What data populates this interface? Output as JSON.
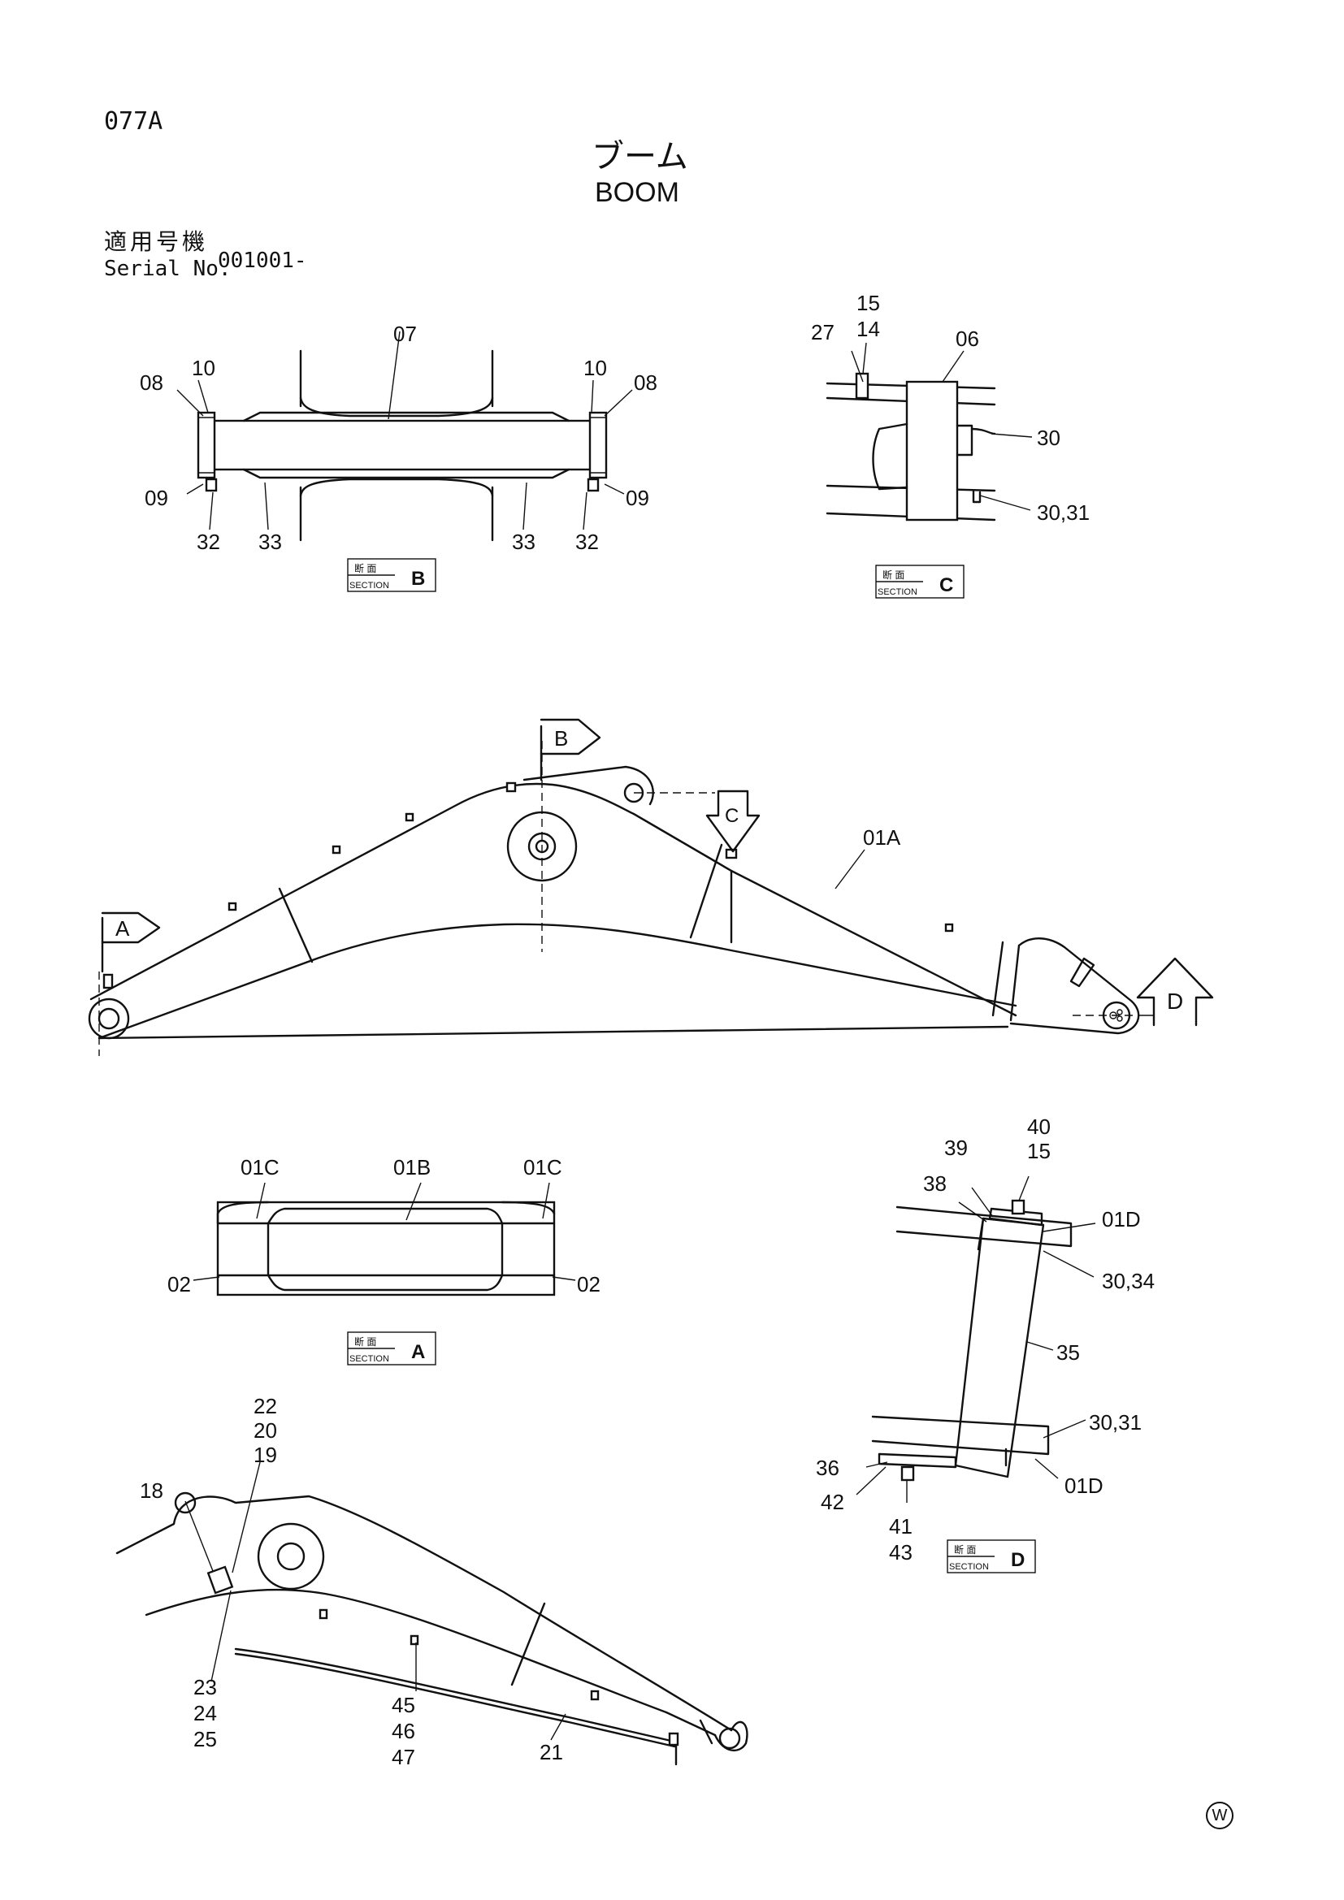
{
  "header": {
    "page_code": "077A",
    "title_jp": "ブーム",
    "title_en": "BOOM",
    "serial_label_jp": "適用号機",
    "serial_label_en": "Serial No.",
    "serial_value": "001001-"
  },
  "section_badge": {
    "jp": "断 面",
    "en": "SECTION"
  },
  "views": {
    "section_b": {
      "letter": "B",
      "callouts": [
        "07",
        "08",
        "10",
        "10",
        "08",
        "09",
        "32",
        "33",
        "33",
        "32",
        "09"
      ]
    },
    "section_c": {
      "letter": "C",
      "callouts": [
        "15",
        "14",
        "27",
        "06",
        "30",
        "30,31"
      ]
    },
    "main": {
      "callouts": [
        "01A"
      ],
      "view_markers": [
        "A",
        "B",
        "C",
        "D"
      ]
    },
    "section_a": {
      "letter": "A",
      "callouts": [
        "01C",
        "01B",
        "01C",
        "02",
        "02"
      ]
    },
    "section_d": {
      "letter": "D",
      "callouts": [
        "40",
        "15",
        "39",
        "38",
        "01D",
        "30,34",
        "35",
        "30,31",
        "01D",
        "36",
        "42",
        "41",
        "43"
      ]
    },
    "lower": {
      "callouts": [
        "22",
        "20",
        "19",
        "18",
        "23",
        "24",
        "25",
        "45",
        "46",
        "47",
        "21"
      ]
    }
  },
  "watermark": "W"
}
